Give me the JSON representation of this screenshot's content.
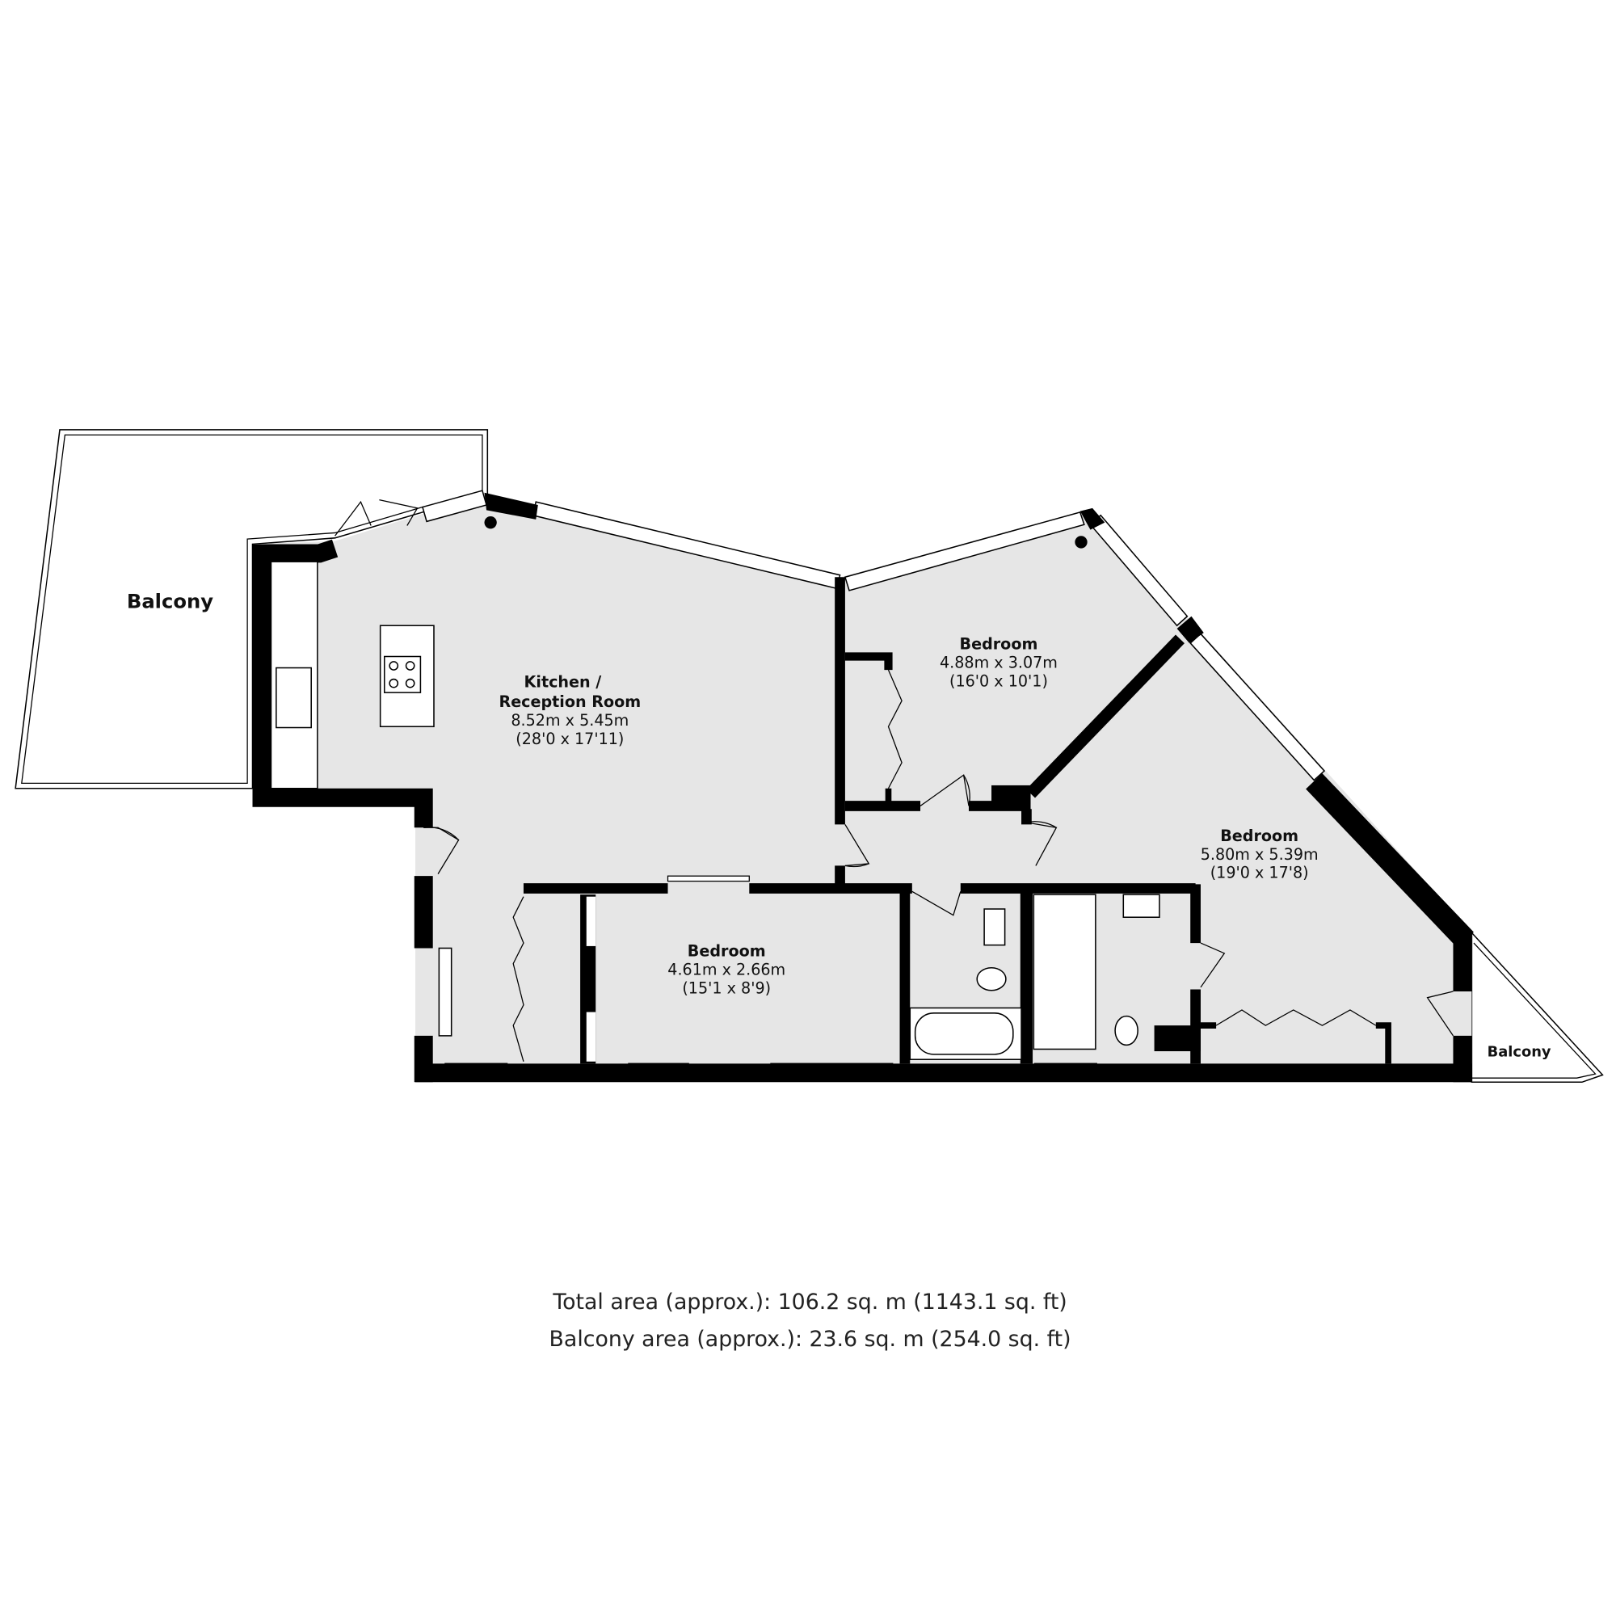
{
  "floorplan": {
    "rooms": [
      {
        "name_line1": "Kitchen /",
        "name_line2": "Reception Room",
        "dims_m": "8.52m x 5.45m",
        "dims_ft": "(28'0 x 17'11)"
      },
      {
        "name": "Bedroom",
        "dims_m": "4.88m x 3.07m",
        "dims_ft": "(16'0 x 10'1)"
      },
      {
        "name": "Bedroom",
        "dims_m": "5.80m x 5.39m",
        "dims_ft": "(19'0 x 17'8)"
      },
      {
        "name": "Bedroom",
        "dims_m": "4.61m x 2.66m",
        "dims_ft": "(15'1 x 8'9)"
      }
    ],
    "balconies": [
      {
        "name": "Balcony"
      },
      {
        "name": "Balcony"
      }
    ],
    "colors": {
      "floor": "#e6e6e6",
      "wall": "#000000",
      "background": "#ffffff"
    }
  },
  "totals": {
    "total_area": "Total area (approx.): 106.2 sq. m (1143.1 sq. ft)",
    "balcony_area": "Balcony area (approx.): 23.6 sq. m (254.0 sq. ft)"
  }
}
